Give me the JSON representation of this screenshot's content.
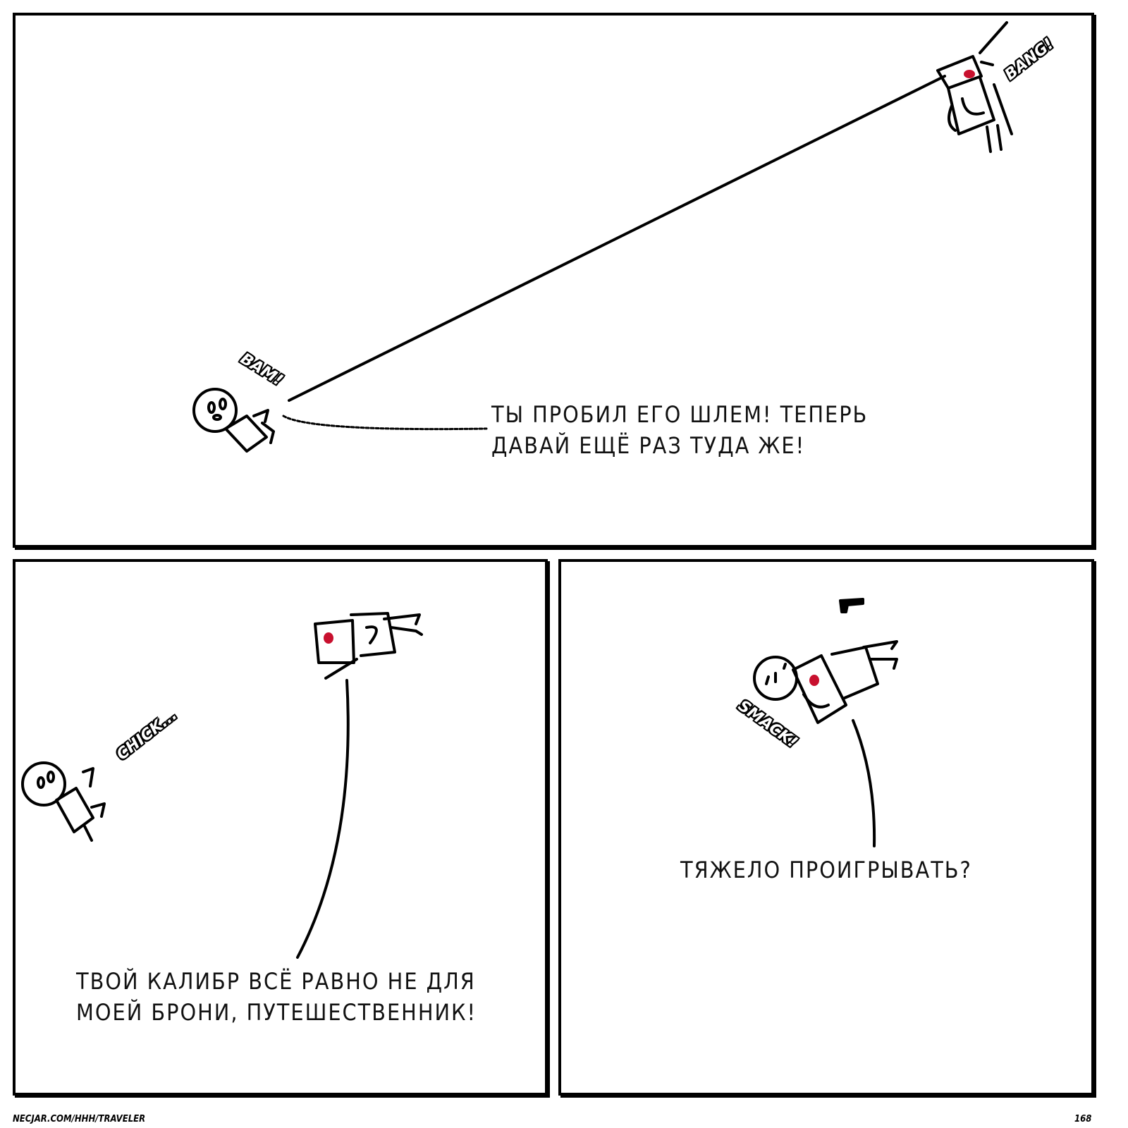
{
  "panels": [
    {
      "speech": [
        "Ты пробил его шлем! Теперь",
        "давай ещё раз туда же!"
      ],
      "sfx": [
        "BAM!",
        "BANG!"
      ]
    },
    {
      "speech": [
        "Твой калибр всё равно не для",
        "моей брони, путешественник!"
      ],
      "sfx": [
        "CHICK..."
      ]
    },
    {
      "speech": [
        "Тяжело проигрывать?"
      ],
      "sfx": [
        "SMACK!"
      ]
    }
  ],
  "footer": {
    "url": "NECJAR.COM/HHH/TRAVELER",
    "page": "168"
  },
  "colors": {
    "ink": "#000000",
    "eyes": "#c8102e"
  }
}
